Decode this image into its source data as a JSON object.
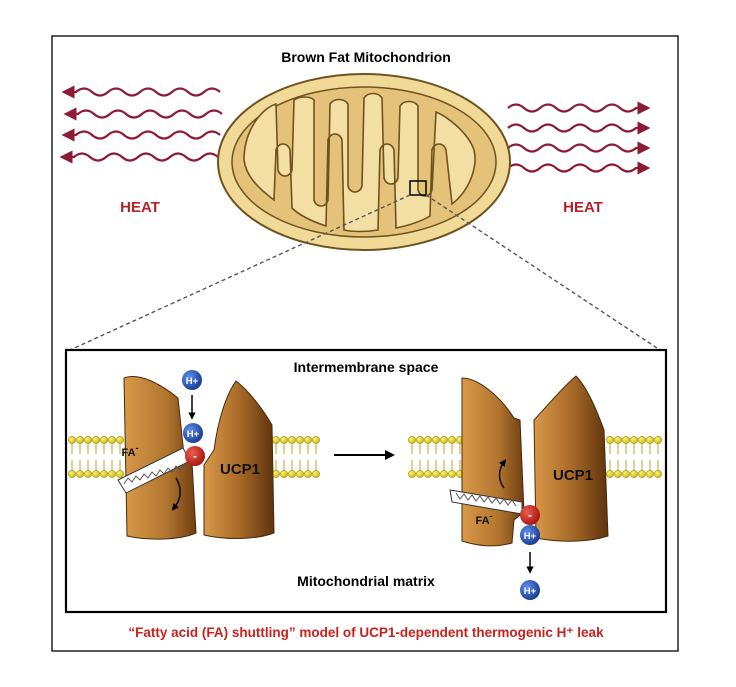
{
  "title": "Brown Fat Mitochondrion",
  "heat_left": "HEAT",
  "heat_right": "HEAT",
  "inset": {
    "top_label": "Intermembrane space",
    "bottom_label": "Mitochondrial matrix",
    "protein_left": "UCP1",
    "protein_right": "UCP1",
    "fa_left": "FA",
    "fa_right": "FA",
    "fa_charge": "-",
    "proton": "H+",
    "anion_charge": "-"
  },
  "caption": "“Fatty acid (FA) shuttling” model of UCP1-dependent thermogenic H⁺ leak",
  "colors": {
    "heat": "#b5222a",
    "wave": "#8c1c36",
    "mito_outer": "#f1d997",
    "mito_inner": "#e4c27a",
    "mito_stroke": "#6e5320",
    "protein_light": "#c98a3c",
    "protein_dark": "#6e3d11",
    "lipid_head": "#f2e02a",
    "proton_fill": "#1f4aa8",
    "anion_fill": "#c9221e",
    "caption": "#c9221e"
  },
  "icons": [
    "heat-wave-icon",
    "arrow-icon",
    "proton-icon",
    "fatty-acid-icon",
    "curved-arrow-icon"
  ]
}
